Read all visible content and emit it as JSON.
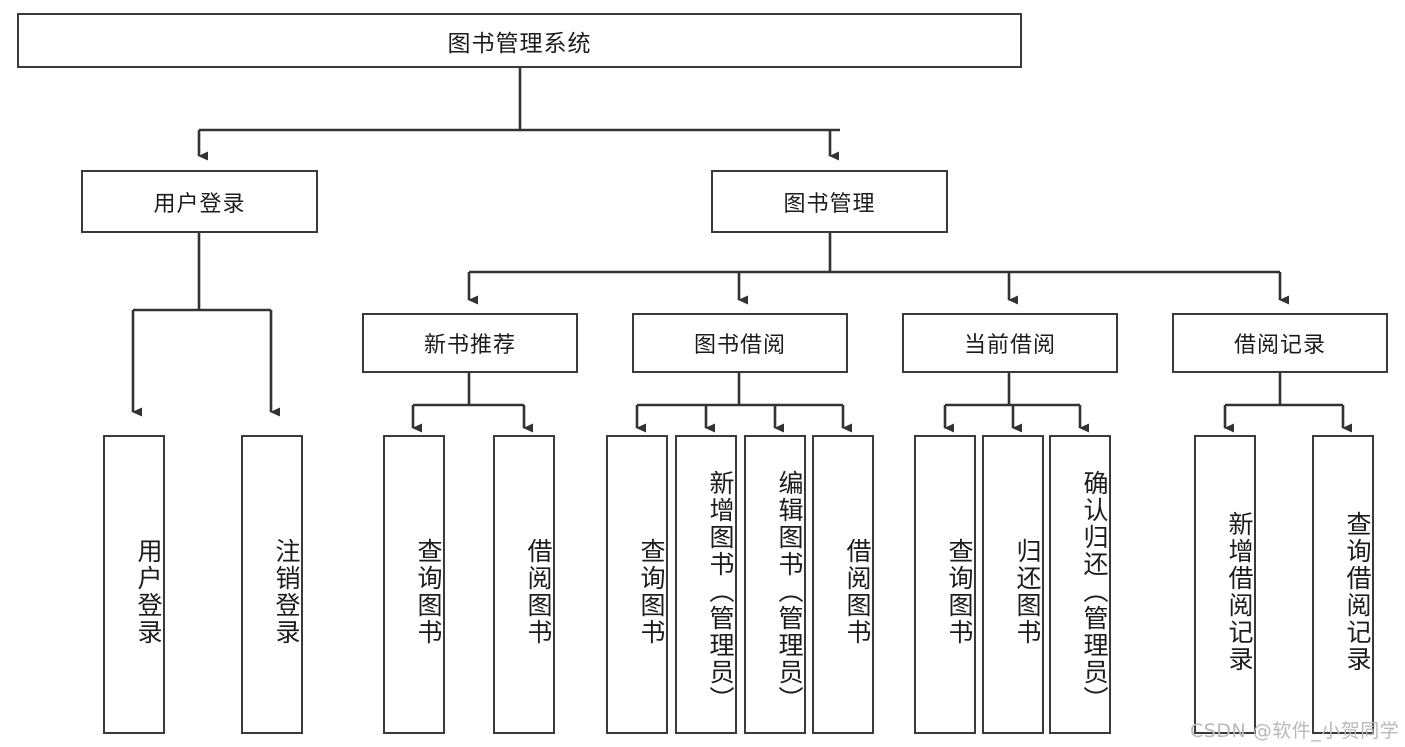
{
  "diagram": {
    "title": "图书管理系统",
    "type": "functional-decomposition-tree",
    "colors": {
      "box_border": "#3a3a3a",
      "box_fill": "#ffffff",
      "line": "#333333",
      "text": "#1c1c1c",
      "watermark": "#b9b9b9"
    },
    "levels": {
      "root": {
        "label": "图书管理系统"
      },
      "level2": [
        {
          "id": "user-login",
          "label": "用户登录"
        },
        {
          "id": "book-management",
          "label": "图书管理"
        }
      ],
      "level3": [
        {
          "id": "new-book-recommend",
          "label": "新书推荐"
        },
        {
          "id": "book-borrow",
          "label": "图书借阅"
        },
        {
          "id": "current-borrow",
          "label": "当前借阅"
        },
        {
          "id": "borrow-record",
          "label": "借阅记录"
        }
      ],
      "leaves": {
        "user_login": [
          {
            "id": "leaf-user-login",
            "label": "用户登录"
          },
          {
            "id": "leaf-logout-login",
            "label": "注销登录"
          }
        ],
        "new_book_recommend": [
          {
            "id": "leaf-query-book-1",
            "label": "查询图书"
          },
          {
            "id": "leaf-borrow-book-1",
            "label": "借阅图书"
          }
        ],
        "book_borrow": [
          {
            "id": "leaf-query-book-2",
            "label": "查询图书"
          },
          {
            "id": "leaf-add-book",
            "label": "新增图书（管理员）"
          },
          {
            "id": "leaf-edit-book",
            "label": "编辑图书（管理员）"
          },
          {
            "id": "leaf-borrow-book-2",
            "label": "借阅图书"
          }
        ],
        "current_borrow": [
          {
            "id": "leaf-query-book-3",
            "label": "查询图书"
          },
          {
            "id": "leaf-return-book",
            "label": "归还图书"
          },
          {
            "id": "leaf-confirm-return",
            "label": "确认归还（管理员）"
          }
        ],
        "borrow_record": [
          {
            "id": "leaf-add-borrow-record",
            "label": "新增借阅记录"
          },
          {
            "id": "leaf-query-borrow-record",
            "label": "查询借阅记录"
          }
        ]
      }
    }
  },
  "watermark": {
    "text": "CSDN @软件_小贺同学"
  }
}
